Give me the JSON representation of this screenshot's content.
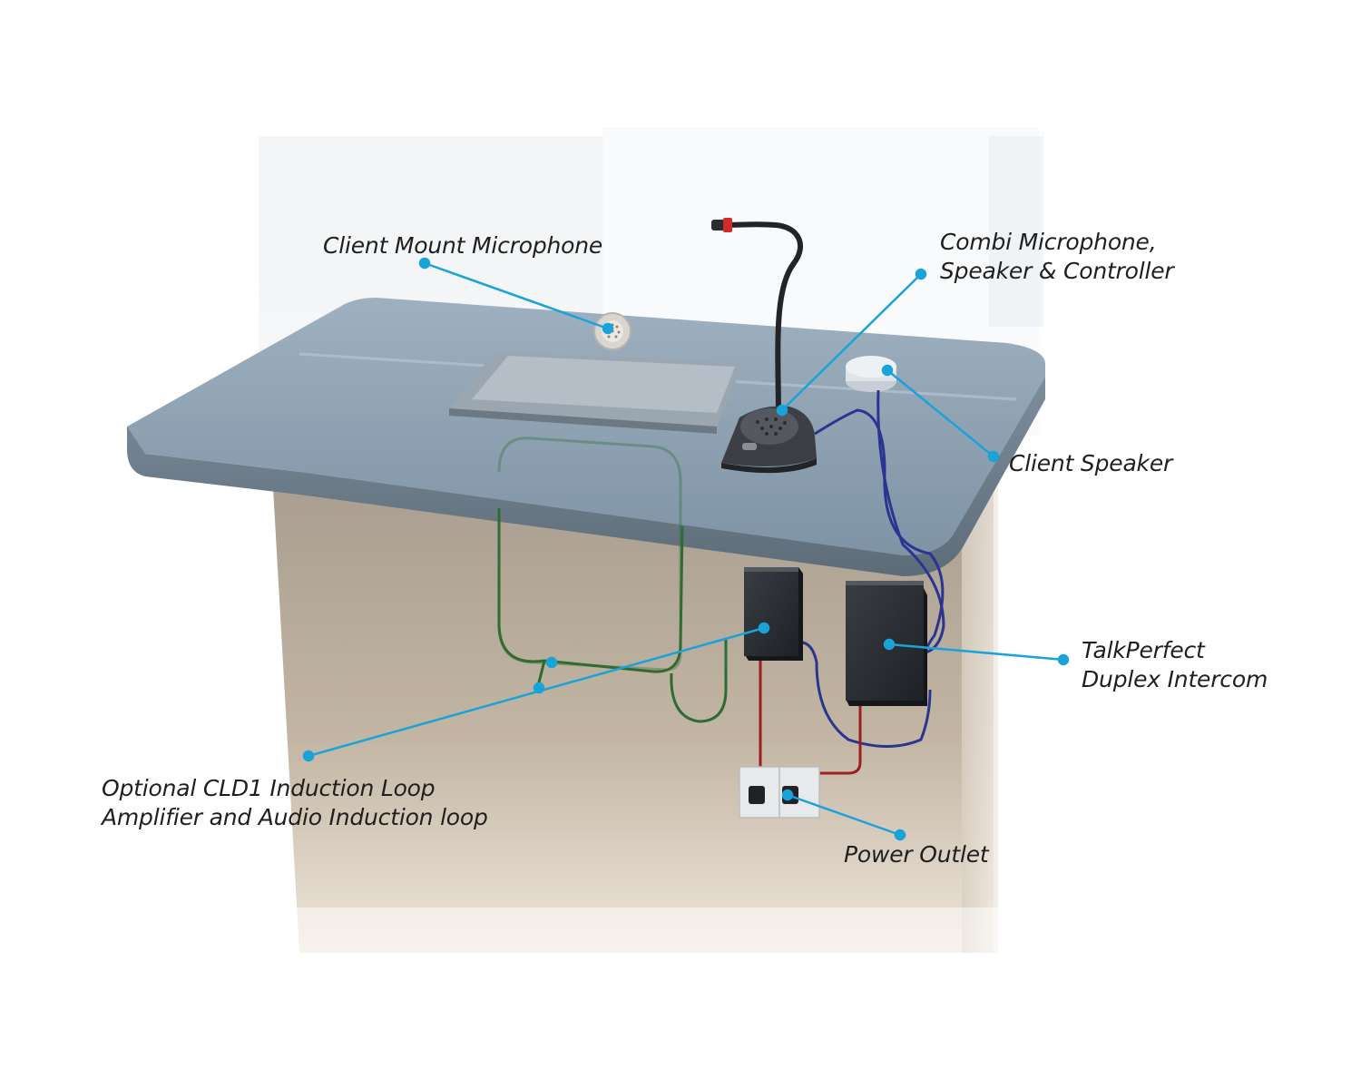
{
  "colors": {
    "callout": "#1aa3d9",
    "loop_wire": "#2f6b33",
    "data_wire": "#2b3590",
    "power_wire": "#9a2020",
    "counter": "#8b9aa8",
    "cabinet": "#b0a595"
  },
  "labels": {
    "client_mic": "Client Mount Microphone",
    "combi_line1": "Combi Microphone,",
    "combi_line2": "Speaker & Controller",
    "client_speaker": "Client Speaker",
    "intercom_line1": "TalkPerfect",
    "intercom_line2": "Duplex Intercom",
    "loop_line1": "Optional CLD1 Induction Loop",
    "loop_line2": "Amplifier and Audio Induction loop",
    "power_outlet": "Power Outlet"
  }
}
